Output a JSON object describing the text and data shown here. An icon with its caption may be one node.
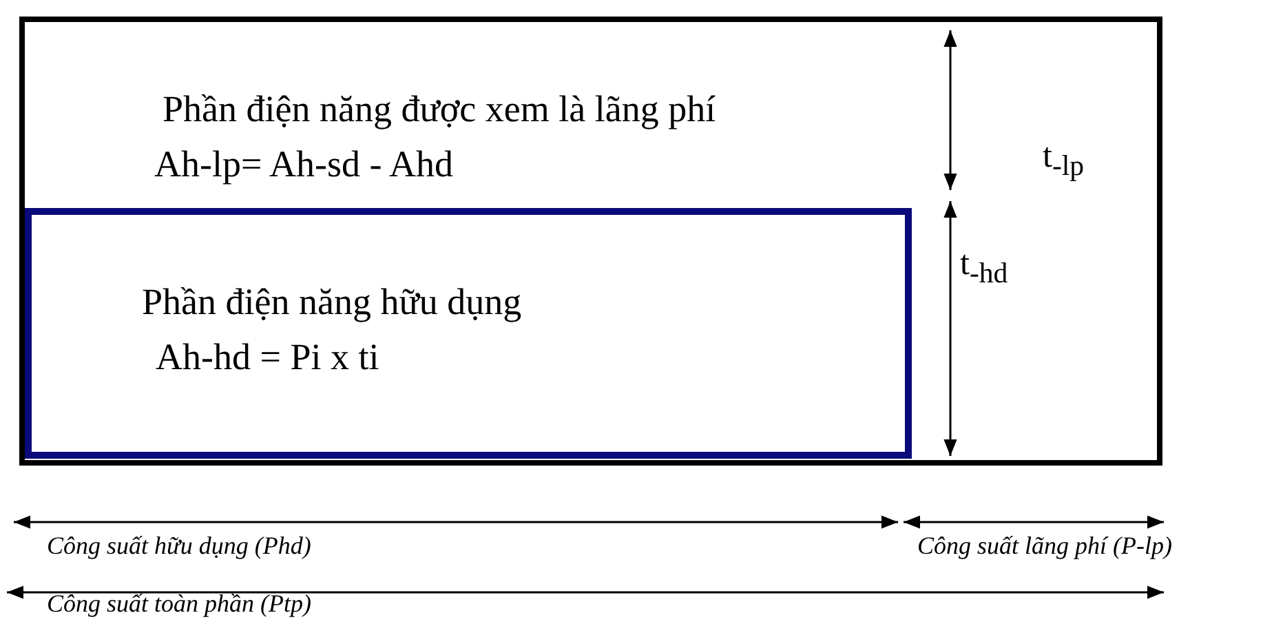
{
  "diagram": {
    "nodes": [
      {
        "text": [
          "Phần điện năng được xem là lãng phí",
          "Ah-lp= Ah-sd - Ahd"
        ]
      },
      {
        "text": [
          "Phần điện năng hữu dụng",
          "Ah-hd = Pi x ti"
        ],
        "in": 0
      }
    ],
    "labels": [
      "t$_{-lp}$",
      "t$_{-hd}$",
      "Công suất hữu dụng (Phd)",
      "Công suất lãng phí (P-lp)",
      "Công suất toàn phần (Ptp)"
    ]
  }
}
